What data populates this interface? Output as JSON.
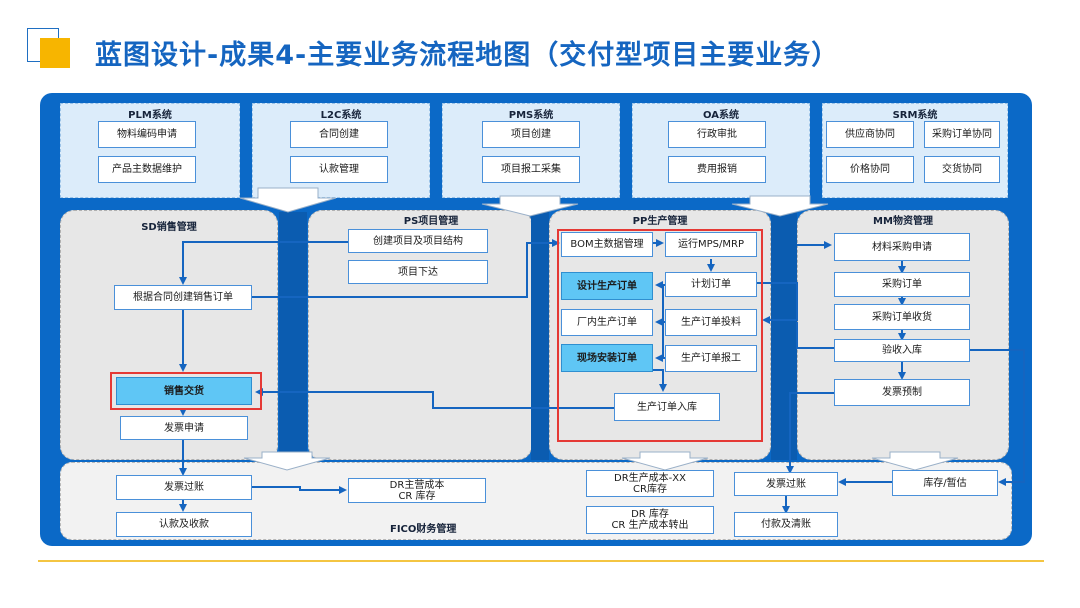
{
  "title": "蓝图设计-成果4-主要业务流程地图（交付型项目主要业务）",
  "colors": {
    "frame": "#0b69c7",
    "accent": "#f7b500",
    "flow": "#1565c0",
    "highlight": "#5fc6f5",
    "marker": "#e53935"
  },
  "systems": {
    "plm": {
      "label": "PLM系统",
      "items": [
        "物料编码申请",
        "产品主数据维护"
      ]
    },
    "l2c": {
      "label": "L2C系统",
      "items": [
        "合同创建",
        "认款管理"
      ]
    },
    "pms": {
      "label": "PMS系统",
      "items": [
        "项目创建",
        "项目报工采集"
      ]
    },
    "oa": {
      "label": "OA系统",
      "items": [
        "行政审批",
        "费用报销"
      ]
    },
    "srm": {
      "label": "SRM系统",
      "items": [
        "供应商协同",
        "采购订单协同",
        "价格协同",
        "交货协同"
      ]
    }
  },
  "modules": {
    "sd": {
      "label": "SD销售管理",
      "items": [
        "根据合同创建销售订单",
        "销售交货",
        "发票申请"
      ]
    },
    "ps": {
      "label": "PS项目管理",
      "items": [
        "创建项目及项目结构",
        "项目下达"
      ]
    },
    "pp": {
      "label": "PP生产管理",
      "items": [
        "BOM主数据管理",
        "运行MPS/MRP",
        "设计生产订单",
        "计划订单",
        "厂内生产订单",
        "生产订单投料",
        "现场安装订单",
        "生产订单报工",
        "生产订单入库"
      ]
    },
    "mm": {
      "label": "MM物资管理",
      "items": [
        "材料采购申请",
        "采购订单",
        "采购订单收货",
        "验收入库",
        "发票预制"
      ]
    }
  },
  "fico": {
    "label": "FICO财务管理",
    "items": [
      "发票过账",
      "认款及收款",
      "DR主营成本\nCR 库存",
      "DR生产成本-XX\nCR库存",
      "DR 库存\nCR 生产成本转出",
      "发票过账",
      "付款及清账",
      "库存/暂估"
    ]
  }
}
